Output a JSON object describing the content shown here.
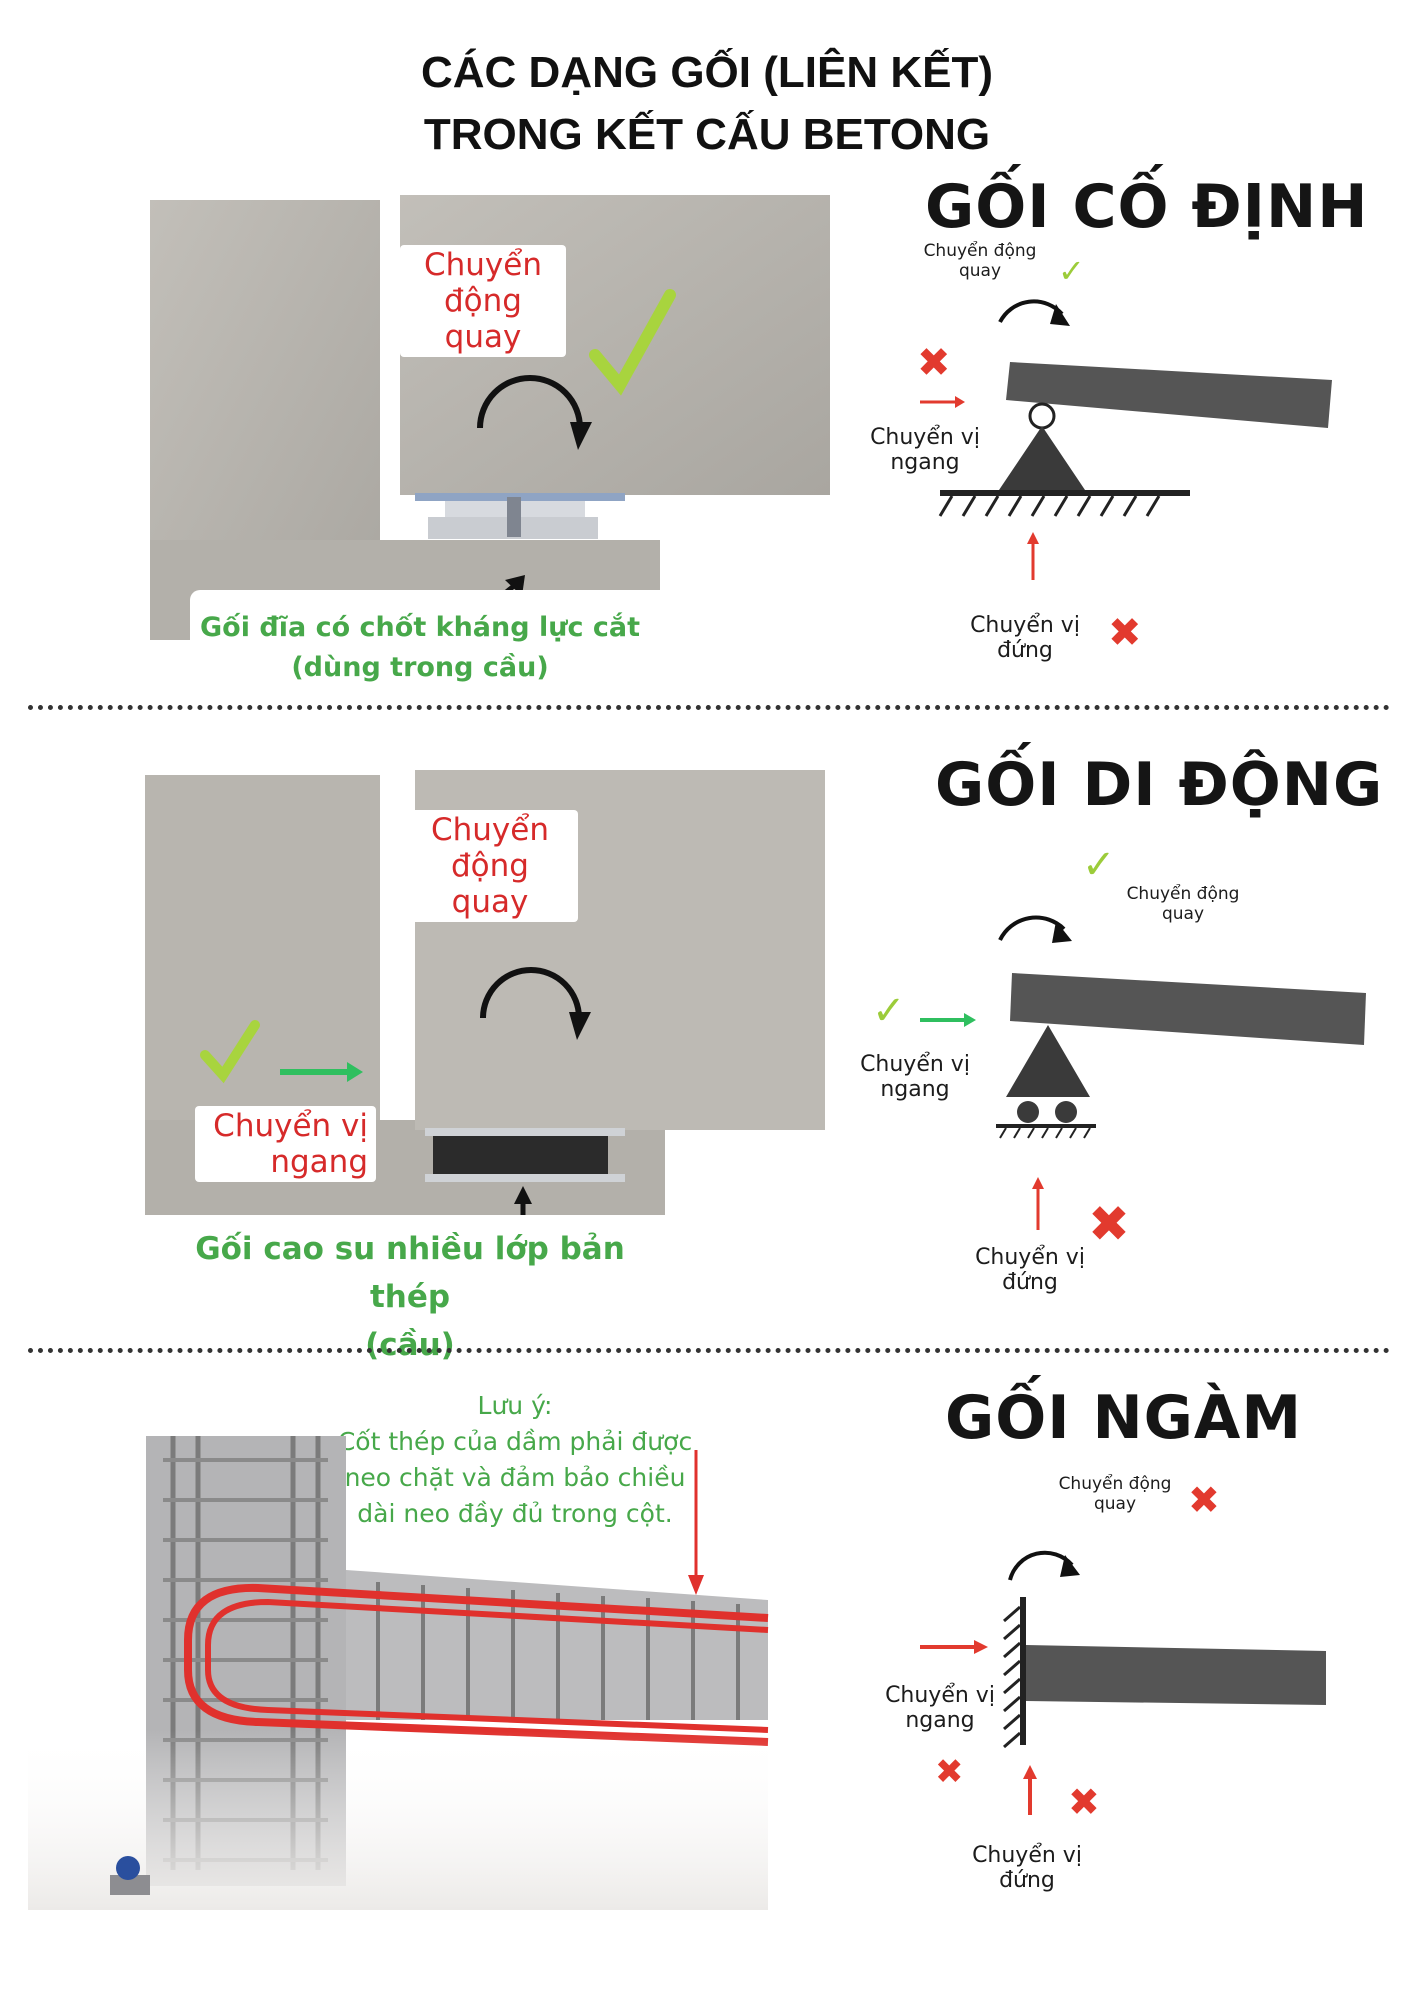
{
  "title": {
    "line1": "CÁC DẠNG GỐI (LIÊN KẾT)",
    "line2": "TRONG KẾT CẤU BETONG"
  },
  "sections": {
    "fixed": {
      "heading": "GỐI CỐ ĐỊNH",
      "photo_rotation_label": "Chuyển động quay",
      "photo_caption_line1": "Gối đĩa có chốt kháng lực cắt",
      "photo_caption_line2": "(dùng trong cầu)",
      "rotation_label": "Chuyển động quay",
      "horizontal_label": "Chuyển vị ngang",
      "vertical_label": "Chuyển vị đứng"
    },
    "movable": {
      "heading": "GỐI DI ĐỘNG",
      "photo_rotation_label": "Chuyển động quay",
      "photo_horizontal_label": "Chuyển vị ngang",
      "photo_caption_line1": "Gối cao su nhiều lớp bản thép",
      "photo_caption_line2": "(cầu)",
      "rotation_label": "Chuyển động quay",
      "horizontal_label": "Chuyển vị ngang",
      "vertical_label": "Chuyển vị đứng"
    },
    "clamped": {
      "heading": "GỐI NGÀM",
      "note_line1": "Lưu ý:",
      "note_line2": "Cốt thép của dầm phải được",
      "note_line3": "neo chặt và đảm bảo chiều",
      "note_line4": "dài neo đầy đủ trong cột.",
      "rotation_label": "Chuyển động quay",
      "horizontal_label": "Chuyển vị ngang",
      "vertical_label": "Chuyển vị đứng"
    }
  },
  "colors": {
    "concrete": "#b9b6b0",
    "beam_dark": "#555555",
    "allowed_green": "#3aa14a",
    "check_green": "#9ccc3a",
    "blocked_red": "#e23a2e",
    "rebar_red": "#e0312d"
  }
}
